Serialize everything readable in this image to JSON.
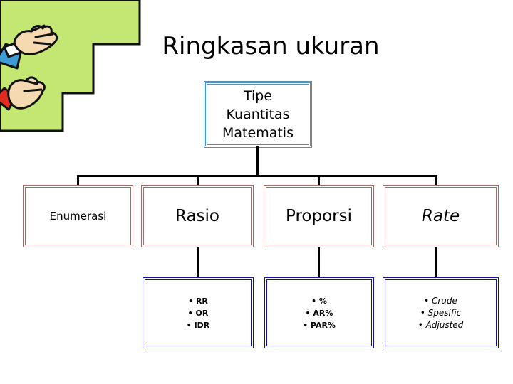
{
  "slide": {
    "title": "Ringkasan ukuran",
    "background": "#ffffff"
  },
  "colors": {
    "title_text": "#000000",
    "top_box_border": "#5b8db8",
    "category_box_border": "#a66a6a",
    "items_box_border": "#1212a0",
    "connector": "#000000",
    "clipart_green": "#c4e673",
    "clipart_sleeve_blue": "#3d9bd6",
    "clipart_skin": "#f5d9b0",
    "clipart_red": "#e02b20",
    "clipart_outline": "#000000"
  },
  "diagram": {
    "root": {
      "label": "Tipe\nKuantitas\nMatematis",
      "lines": [
        "Tipe",
        "Kuantitas",
        "Matematis"
      ]
    },
    "categories": [
      {
        "label": "Enumerasi",
        "style": "small"
      },
      {
        "label": "Rasio",
        "style": "normal"
      },
      {
        "label": "Proporsi",
        "style": "normal"
      },
      {
        "label": "Rate",
        "style": "italic"
      }
    ],
    "item_groups": [
      {
        "parent": "Rasio",
        "style": "bold",
        "items": [
          "RR",
          "OR",
          "IDR"
        ]
      },
      {
        "parent": "Proporsi",
        "style": "bold",
        "items": [
          "%",
          "AR%",
          "PAR%"
        ]
      },
      {
        "parent": "Rate",
        "style": "italic",
        "items": [
          "Crude",
          "Spesific",
          "Adjusted"
        ]
      }
    ],
    "bullet_char": "•"
  },
  "clipart": {
    "name": "cartoon-hands-green-shape",
    "description": "green stepped block with cartoon hands at left edge"
  }
}
